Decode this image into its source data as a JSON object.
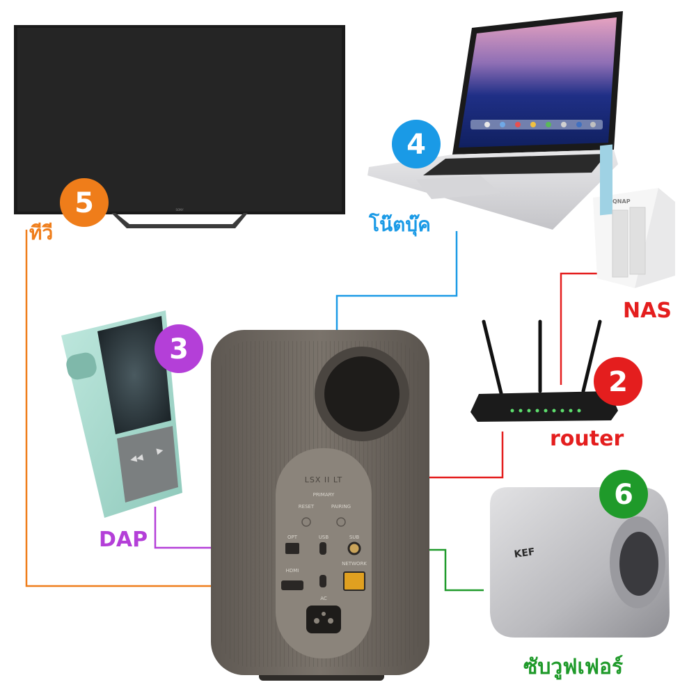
{
  "devices": {
    "tv": {
      "number": "5",
      "label": "ทีวี",
      "color": "#ef7d1a",
      "brand": "SONY"
    },
    "laptop": {
      "number": "4",
      "label": "โน๊ตบุ๊ค",
      "color": "#1a9ae6"
    },
    "dap": {
      "number": "3",
      "label": "DAP",
      "color": "#b43fd8"
    },
    "router": {
      "number": "2",
      "label": "router",
      "color": "#e41e1e"
    },
    "nas": {
      "label": "NAS",
      "color": "#e41e1e",
      "brand": "QNAP"
    },
    "subwoofer": {
      "number": "6",
      "label": "ซับวูฟเฟอร์",
      "color": "#1f9a2a",
      "brand": "KEF"
    }
  },
  "speaker": {
    "model": "LSX II LT",
    "panel_labels": [
      "PRIMARY",
      "RESET",
      "PAIRING",
      "OPT",
      "USB",
      "SUB",
      "HDMI",
      "NETWORK",
      "AC"
    ]
  },
  "colors": {
    "tv_line": "#ef7d1a",
    "laptop_line": "#1a9ae6",
    "dap_line": "#b43fd8",
    "network_line": "#e41e1e",
    "sub_line": "#1f9a2a"
  }
}
